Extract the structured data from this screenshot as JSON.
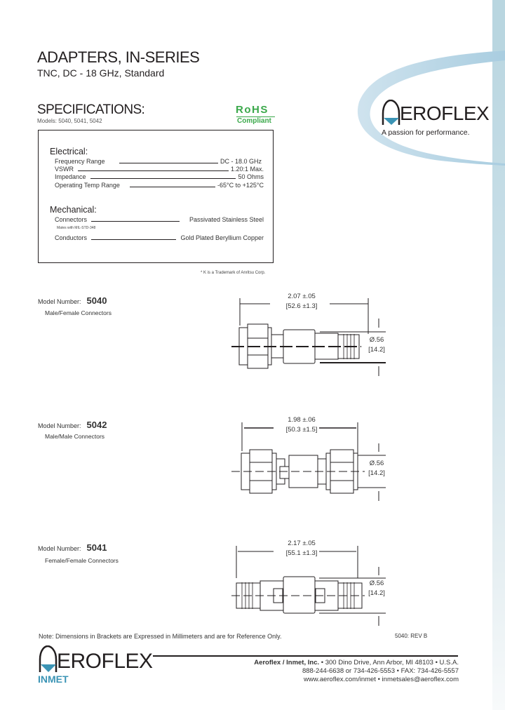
{
  "header": {
    "title": "ADAPTERS, IN-SERIES",
    "subtitle": "TNC, DC - 18 GHz, Standard"
  },
  "brand": {
    "logo_text": "EROFLEX",
    "logo_initial": "A",
    "tagline": "A passion for performance.",
    "accent_color": "#3b94b5",
    "sidebar_color": "#b9d6e0"
  },
  "rohs": {
    "label": "RoHS",
    "sublabel": "Compliant",
    "color": "#3aa84a"
  },
  "specifications": {
    "heading": "SPECIFICATIONS:",
    "models": "Models: 5040, 5041, 5042",
    "electrical": {
      "heading": "Electrical:",
      "rows": [
        {
          "label": "Frequency Range",
          "value": "DC - 18.0 GHz"
        },
        {
          "label": "VSWR",
          "value": "1.20:1 Max."
        },
        {
          "label": "Impedance",
          "value": "50 Ohms"
        },
        {
          "label": "Operating Temp Range",
          "value": "-65°C to +125°C"
        }
      ]
    },
    "mechanical": {
      "heading": "Mechanical:",
      "rows": [
        {
          "label": "Connectors",
          "value": "Passivated Stainless Steel",
          "note": "Mates with MIL-STD-348"
        },
        {
          "label": "Conductors",
          "value": "Gold Plated Beryllium Copper"
        }
      ]
    },
    "trademark": "* K is a Trademark of Anritsu Corp."
  },
  "models": [
    {
      "label": "Model Number:",
      "number": "5040",
      "description": "Male/Female Connectors",
      "length_in": "2.07 ±.05",
      "length_mm": "[52.6 ±1.3]",
      "dia_in": "Ø.56",
      "dia_mm": "[14.2]"
    },
    {
      "label": "Model Number:",
      "number": "5042",
      "description": "Male/Male Connectors",
      "length_in": "1.98 ±.06",
      "length_mm": "[50.3 ±1.5]",
      "dia_in": "Ø.56",
      "dia_mm": "[14.2]"
    },
    {
      "label": "Model Number:",
      "number": "5041",
      "description": "Female/Female Connectors",
      "length_in": "2.17 ±.05",
      "length_mm": "[55.1 ±1.3]",
      "dia_in": "Ø.56",
      "dia_mm": "[14.2]"
    }
  ],
  "footer": {
    "note": "Note: Dimensions in Brackets are Expressed in Millimeters and are for Reference Only.",
    "revision": "5040: REV B",
    "logo_text": "EROFLEX",
    "logo_initial": "A",
    "logo_sub": "INMET",
    "company": "Aeroflex / Inmet, Inc.",
    "address": " • 300 Dino Drive, Ann Arbor, MI 48103 • U.S.A.",
    "phone": "888-244-6638 or 734-426-5553 • FAX:  734-426-5557",
    "web": "www.aeroflex.com/inmet  •  inmetsales@aeroflex.com"
  }
}
